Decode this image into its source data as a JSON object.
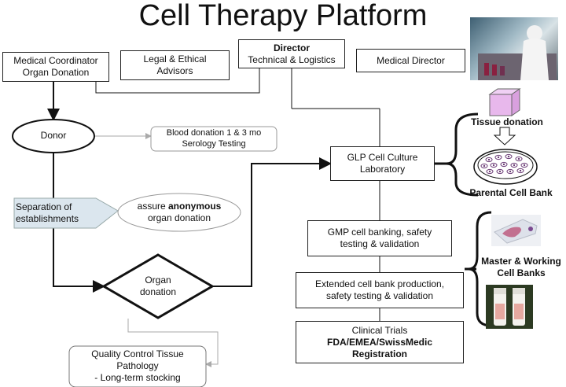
{
  "title": "Cell Therapy Platform",
  "nodes": {
    "director": {
      "line1": "Director",
      "line2": "Technical & Logistics"
    },
    "legal": {
      "line1": "Legal & Ethical",
      "line2": "Advisors"
    },
    "medical_director": {
      "line1": "Medical Director"
    },
    "med_coord": {
      "line1": "Medical Coordinator",
      "line2": "Organ Donation"
    },
    "donor": {
      "line1": "Donor"
    },
    "blood": {
      "line1": "Blood donation 1 & 3 mo",
      "line2": "Serology Testing"
    },
    "separation": {
      "line1": "Separation of",
      "line2": "establishments"
    },
    "anonymous": {
      "pre": "assure ",
      "bold": "anonymous",
      "line2": "organ donation"
    },
    "organ": {
      "line1": "Organ",
      "line2": "donation"
    },
    "qc": {
      "line1": "Quality Control Tissue",
      "line2": "Pathology",
      "line3": "-  Long-term stocking"
    },
    "glp": {
      "line1": "GLP Cell Culture",
      "line2": "Laboratory"
    },
    "gmp": {
      "line1": "GMP cell banking, safety",
      "line2": "testing & validation"
    },
    "extended": {
      "line1": "Extended cell bank production,",
      "line2": "safety testing & validation"
    },
    "clinical": {
      "line1": "Clinical Trials",
      "line2": "FDA/EMEA/SwissMedic",
      "line3": "Registration"
    }
  },
  "labels": {
    "tissue_donation": "Tissue donation",
    "parental_bank": "Parental Cell Bank",
    "master_line1": "Master & Working",
    "master_line2": "Cell Banks"
  },
  "colors": {
    "line": "#111111",
    "grey_arrow": "#aaaaaa",
    "callout": "#dbe6ee",
    "cube": "#e8b8ec",
    "dish_cell": "#6b3b76"
  }
}
